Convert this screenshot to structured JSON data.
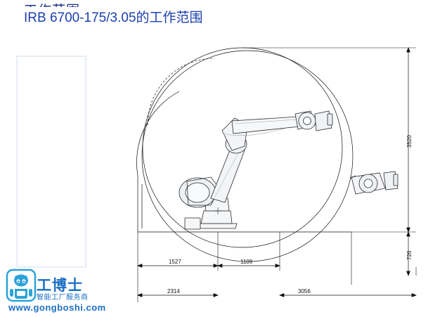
{
  "page": {
    "ghost_title": "工作范围",
    "title": "IRB 6700-175/3.05的工作范围"
  },
  "diagram": {
    "name": "robot-working-range-drawing",
    "dimensions": {
      "vertical_upper": "3520",
      "vertical_lower": "726",
      "horizontal_a": "1527",
      "horizontal_b": "1109",
      "horizontal_c": "2314",
      "horizontal_d": "3056"
    }
  },
  "watermark": {
    "brand": "工博士",
    "tagline": "智能工厂服务商",
    "url": "www.gongboshi.com",
    "accent_color": "#1a6fc4",
    "badge_color": "#2aa3d8"
  }
}
